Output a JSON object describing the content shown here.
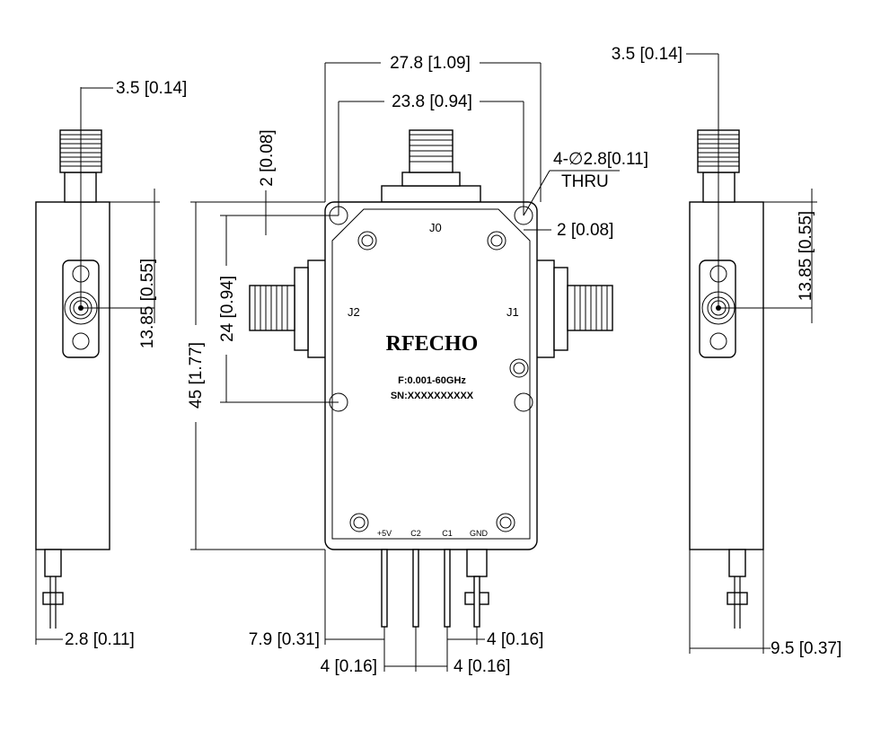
{
  "dimensions": {
    "overall_width": "27.8 [1.09]",
    "hole_spacing_width": "23.8 [0.94]",
    "side_connector_offset_left": "3.5 [0.14]",
    "side_connector_offset_right": "3.5 [0.14]",
    "top_margin": "2 [0.08]",
    "side_margin": "2 [0.08]",
    "mount_holes": "4-∅2.8[0.11]",
    "mount_holes_note": "THRU",
    "connector_height_left": "13.85 [0.55]",
    "connector_height_right": "13.85 [0.55]",
    "hole_spacing_height": "24 [0.94]",
    "overall_height": "45 [1.77]",
    "pin_offset_left": "2.8 [0.11]",
    "pin_edge_offset": "7.9 [0.31]",
    "pin_pitch_a": "4 [0.16]",
    "pin_pitch_b": "4 [0.16]",
    "pin_pitch_c": "4 [0.16]",
    "depth": "9.5 [0.37]"
  },
  "device": {
    "brand": "RFECHO",
    "frequency": "F:0.001-60GHz",
    "serial": "SN:XXXXXXXXXX",
    "ports": {
      "j0": "J0",
      "j1": "J1",
      "j2": "J2"
    },
    "pins": [
      "+5V",
      "C2",
      "C1",
      "GND"
    ]
  }
}
